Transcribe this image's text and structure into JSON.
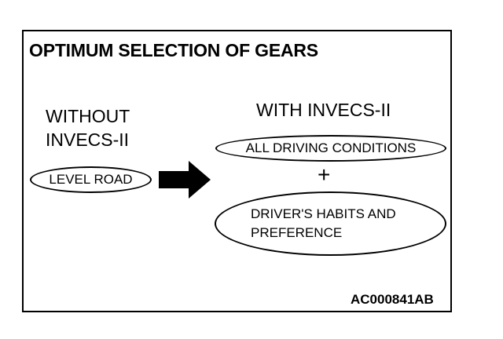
{
  "title": "OPTIMUM SELECTION OF GEARS",
  "without": {
    "line1": "WITHOUT",
    "line2": "INVECS-II",
    "oval_label": "LEVEL ROAD"
  },
  "with": {
    "heading": "WITH INVECS-II",
    "conditions_label": "ALL DRIVING CONDITIONS",
    "plus": "+",
    "habits_line1": "DRIVER'S HABITS AND",
    "habits_line2": "PREFERENCE"
  },
  "figure_code": "AC000841AB"
}
